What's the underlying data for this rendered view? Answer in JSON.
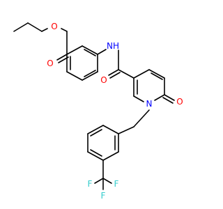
{
  "molecule": {
    "atoms": {
      "O_ester_chain": "O",
      "O_ester_carbonyl": "O",
      "N_amide": "NH",
      "O_amide_carbonyl": "O",
      "N_ring": "N",
      "O_pyridone": "O",
      "F1": "F",
      "F2": "F",
      "F3": "F"
    },
    "colors": {
      "bond": "#000000",
      "oxygen": "#ff0000",
      "nitrogen": "#0000ff",
      "fluorine": "#33cccc",
      "background": "#ffffff"
    }
  }
}
